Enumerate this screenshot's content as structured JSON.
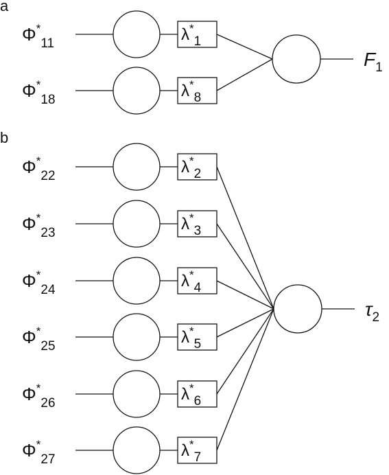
{
  "panels": [
    {
      "letter": "a",
      "inputs": [
        {
          "phi": "Φ",
          "star": "*",
          "sub": "11",
          "lambda": "λ",
          "lambda_star": "*",
          "lambda_sub": "1"
        },
        {
          "phi": "Φ",
          "star": "*",
          "sub": "18",
          "lambda": "λ",
          "lambda_star": "*",
          "lambda_sub": "8"
        }
      ],
      "output": {
        "symbol": "F",
        "sub": "1"
      }
    },
    {
      "letter": "b",
      "inputs": [
        {
          "phi": "Φ",
          "star": "*",
          "sub": "22",
          "lambda": "λ",
          "lambda_star": "*",
          "lambda_sub": "2"
        },
        {
          "phi": "Φ",
          "star": "*",
          "sub": "23",
          "lambda": "λ",
          "lambda_star": "*",
          "lambda_sub": "3"
        },
        {
          "phi": "Φ",
          "star": "*",
          "sub": "24",
          "lambda": "λ",
          "lambda_star": "*",
          "lambda_sub": "4"
        },
        {
          "phi": "Φ",
          "star": "*",
          "sub": "25",
          "lambda": "λ",
          "lambda_star": "*",
          "lambda_sub": "5"
        },
        {
          "phi": "Φ",
          "star": "*",
          "sub": "26",
          "lambda": "λ",
          "lambda_star": "*",
          "lambda_sub": "6"
        },
        {
          "phi": "Φ",
          "star": "*",
          "sub": "27",
          "lambda": "λ",
          "lambda_star": "*",
          "lambda_sub": "7"
        }
      ],
      "output": {
        "symbol": "τ",
        "sub": "2"
      }
    }
  ]
}
